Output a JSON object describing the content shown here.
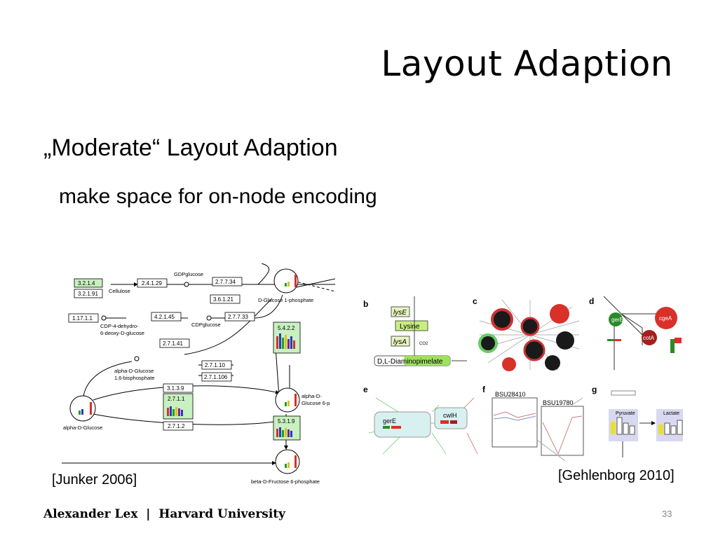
{
  "slide": {
    "title": "Layout Adaption",
    "bullet_level1": "„Moderate“ Layout Adaption",
    "bullet_level2": "make space for on-node encoding",
    "citation_left": "[Junker 2006]",
    "citation_right": "[Gehlenborg 2010]",
    "footer": "Alexander Lex  |  Harvard University",
    "page_number": "33"
  },
  "left_figure": {
    "enzymes": [
      "3.2.1.4",
      "3.2.1.91",
      "2.4.1.29",
      "2.7.7.34",
      "3.6.1.21",
      "1.17.1.1",
      "4.2.1.45",
      "2.7.7.33",
      "2.7.1.41",
      "5.4.2.2",
      "2.7.1.10",
      "2.7.1.106",
      "3.1.3.9",
      "2.7.1.1",
      "2.7.1.2",
      "5.3.1.9"
    ],
    "compounds": [
      "GDPglucose",
      "Cellulose",
      "D-Glucose 1-phosphate",
      "CDP-4-dehydro-",
      "6-deoxy-D-glucose",
      "CDPglucose",
      "alpha-D-Glucose",
      "1,6-bisphosphate",
      "alpha-D-Glucose",
      "alpha-D-",
      "Glucose 6-p",
      "beta-D-Fructose 6-phosphate"
    ]
  },
  "right_figure": {
    "panel_labels": [
      "b",
      "c",
      "d",
      "e",
      "f",
      "g"
    ],
    "panel_b": [
      "lysE",
      "Lysine",
      "lysA",
      "CO2",
      "D,L-Diaminopimelate"
    ],
    "panel_d": [
      "gerE",
      "cgeA",
      "cotA"
    ],
    "panel_e": [
      "gerE",
      "cwlH"
    ],
    "panel_f": [
      "BSU28410",
      "BSU19780"
    ],
    "panel_g": [
      "Pyruvate",
      "Lactate"
    ]
  },
  "colors": {
    "enzyme_green": "#c8f0c0",
    "node_red": "#d9302a",
    "dark_node": "#222222"
  }
}
